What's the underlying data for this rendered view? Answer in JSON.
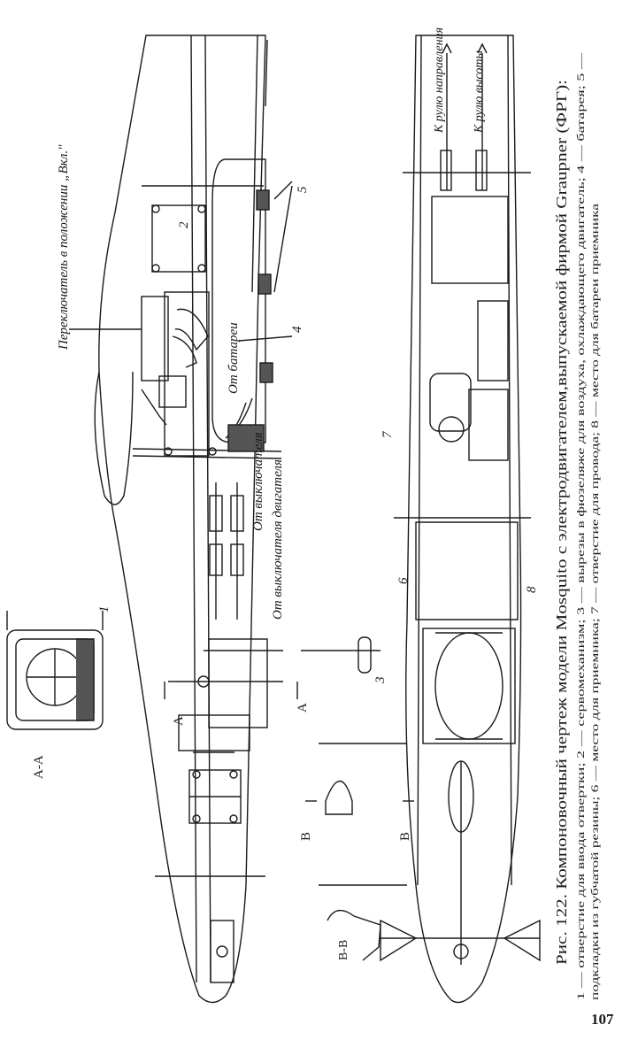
{
  "figure": {
    "caption_title": "Рис. 122. Компоновочный чертеж модели Mosquito с электродвигателем,выпускаемой фирмой Graupner (ФРГ):",
    "caption_line1": "1 — отверстие для ввода отвертки; 2 — сервомеханизм; 3 — вырезы в фюзеляже для воздуха, охлаждающего двигатель; 4 — батарея; 5 —",
    "caption_line2": "подкладки из губчатой резины; 6 — место для приемника; 7 — отверстие для провода; 8 — место для батареи приемника",
    "page_number": "107"
  },
  "labels": {
    "switch_note": "Переключатель в положении „Вкл.\"",
    "from_battery": "От батареи",
    "from_switch": "От выключателя",
    "from_motor_switch": "От выключателя двигателя",
    "to_rudder": "К рулю направления",
    "to_elevator": "К рулю высоты",
    "section_aa": "А-А",
    "section_bb": "В-В",
    "mark_a": "А",
    "mark_b": "В",
    "n1": "1",
    "n2": "2",
    "n3": "3",
    "n4": "4",
    "n5": "5",
    "n6": "6",
    "n7": "7",
    "n8": "8"
  }
}
